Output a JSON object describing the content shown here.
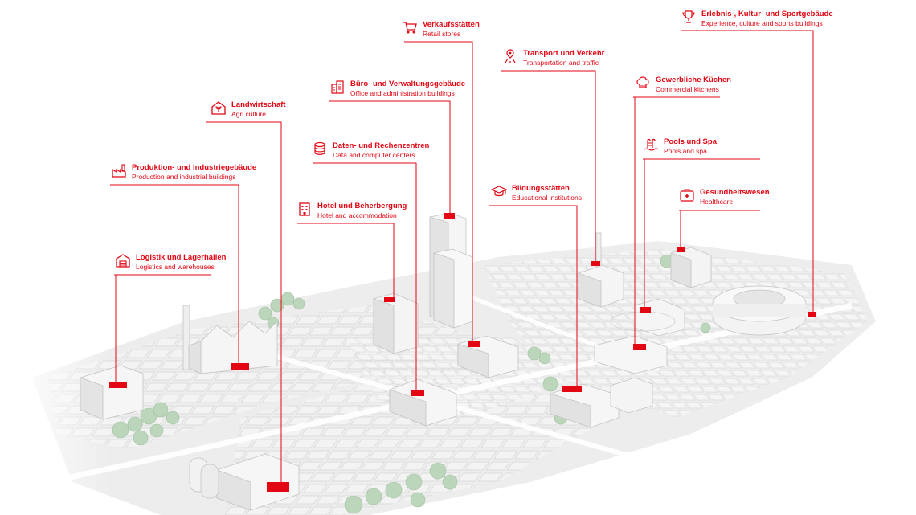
{
  "colors": {
    "accent": "#e30613",
    "building": "#f4f4f4",
    "outline": "#c9c9c9",
    "tree": "#b9d4b9"
  },
  "categories": [
    {
      "id": "logistics",
      "icon": "warehouse-icon",
      "de": "Logistik und Lagerhallen",
      "en": "Logistics and warehouses"
    },
    {
      "id": "production",
      "icon": "factory-icon",
      "de": "Produktion- und Industriegebäude",
      "en": "Production and industrial buildings"
    },
    {
      "id": "agriculture",
      "icon": "barn-plant-icon",
      "de": "Landwirtschaft",
      "en": "Agri culture"
    },
    {
      "id": "hotel",
      "icon": "hotel-icon",
      "de": "Hotel und Beherbergung",
      "en": "Hotel and accommodation"
    },
    {
      "id": "datacenter",
      "icon": "database-icon",
      "de": "Daten- und Rechenzentren",
      "en": "Data and computer centers"
    },
    {
      "id": "office",
      "icon": "office-building-icon",
      "de": "Büro- und Verwaltungsgebäude",
      "en": "Office and administration buildings"
    },
    {
      "id": "retail",
      "icon": "shopping-cart-icon",
      "de": "Verkaufsstätten",
      "en": "Retail stores"
    },
    {
      "id": "education",
      "icon": "graduation-cap-icon",
      "de": "Bildungsstätten",
      "en": "Educational institutions"
    },
    {
      "id": "transport",
      "icon": "map-pin-road-icon",
      "de": "Transport und Verkehr",
      "en": "Transportation and traffic"
    },
    {
      "id": "kitchen",
      "icon": "chef-hat-icon",
      "de": "Gewerbliche Küchen",
      "en": "Commercial kitchens"
    },
    {
      "id": "pools",
      "icon": "pool-ladder-icon",
      "de": "Pools und Spa",
      "en": "Pools and spa"
    },
    {
      "id": "healthcare",
      "icon": "medical-kit-icon",
      "de": "Gesundheitswesen",
      "en": "Healthcare"
    },
    {
      "id": "events",
      "icon": "trophy-icon",
      "de": "Erlebnis-, Kultur- und Sportgebäude",
      "en": "Experience, culture and sports buildings"
    }
  ]
}
